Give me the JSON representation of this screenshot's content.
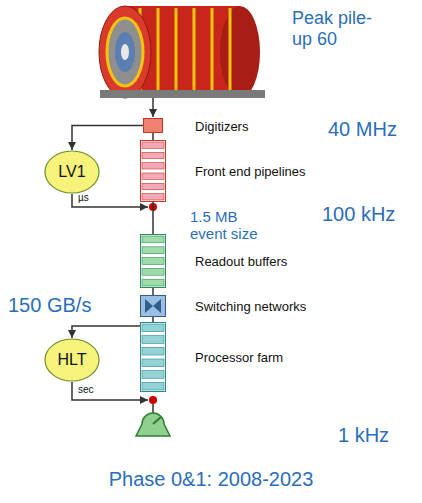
{
  "diagram": {
    "caption": "Phase 0&1: 2008-2023",
    "nodes": [
      {
        "text": [
          "Digitizers"
        ]
      },
      {
        "text": [
          "LV1"
        ]
      },
      {
        "text": [
          "Front end pipelines"
        ]
      },
      {
        "text": [
          "Readout buffers"
        ]
      },
      {
        "text": [
          "Switching networks"
        ]
      },
      {
        "text": [
          "HLT"
        ]
      },
      {
        "text": [
          "Processor farm"
        ]
      }
    ],
    "edges": [
      {
        "from": 0,
        "to": 1,
        "arrow": "to"
      },
      {
        "from": 1,
        "to": 2,
        "arrow": "to"
      },
      {
        "from": 0,
        "to": 2,
        "arrow": "none"
      },
      {
        "from": 2,
        "to": 3,
        "arrow": "none"
      },
      {
        "from": 3,
        "to": 4,
        "arrow": "none"
      },
      {
        "from": 4,
        "to": 6,
        "arrow": "none"
      },
      {
        "from": 6,
        "to": 5,
        "arrow": "to"
      },
      {
        "from": 5,
        "to": 6,
        "arrow": "to"
      }
    ],
    "labels": [
      "Peak pile-up 60",
      "40 MHz",
      "µs",
      "1.5 MB event size",
      "100 kHz",
      "150 GB/s",
      "sec",
      "1 kHz"
    ]
  }
}
